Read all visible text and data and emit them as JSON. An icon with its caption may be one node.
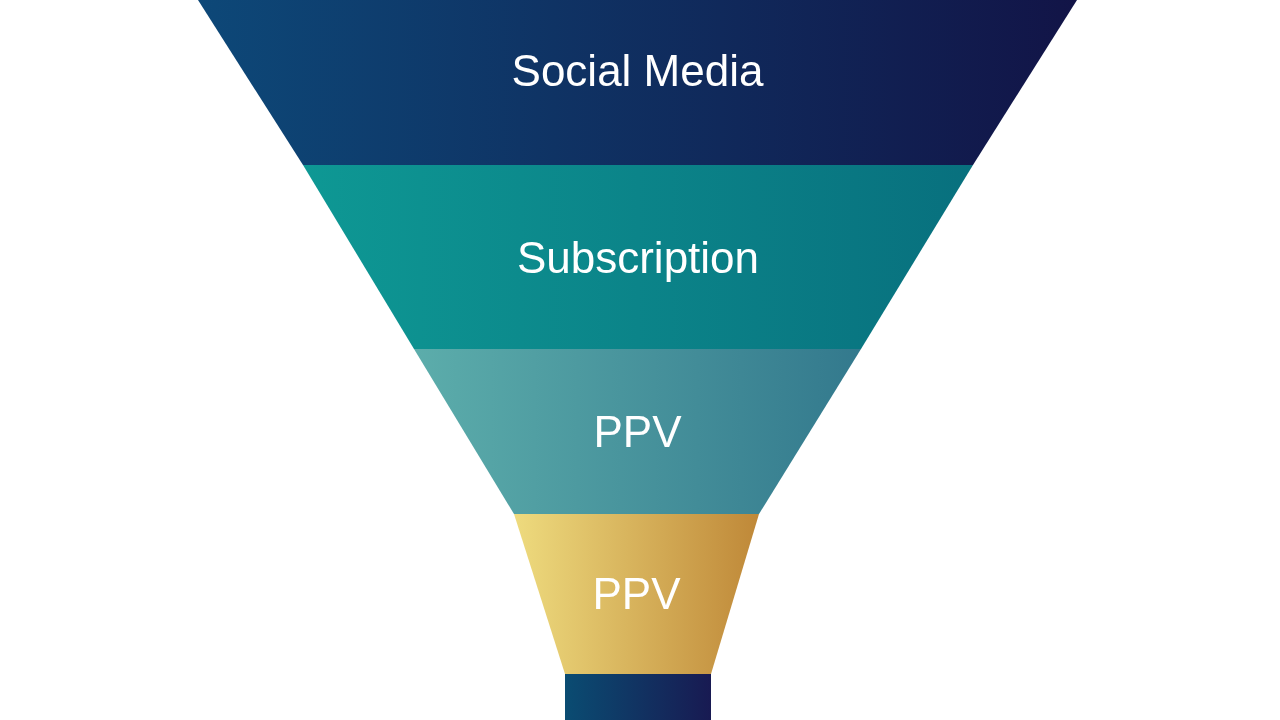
{
  "diagram": {
    "nodes": [
      {
        "text": [
          "Social Media"
        ]
      },
      {
        "text": [
          "Subscription"
        ]
      },
      {
        "text": [
          "PPV"
        ]
      },
      {
        "text": [
          "PPV"
        ]
      },
      {
        "text": [],
        "shape": "box"
      }
    ]
  }
}
